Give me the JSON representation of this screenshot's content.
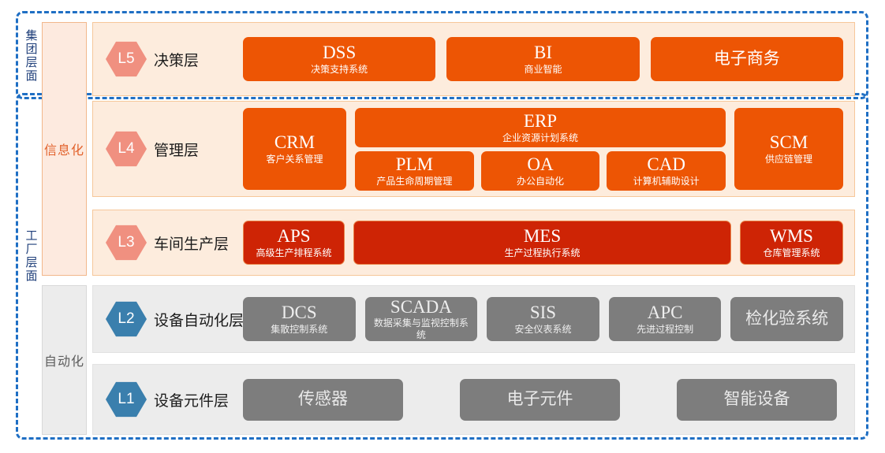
{
  "frames": {
    "group_label": "集团层面",
    "plant_label": "工厂层面"
  },
  "categories": {
    "informatization": "信息化",
    "automation": "自动化"
  },
  "colors": {
    "dash_blue": "#1f6fc4",
    "orange_panel_bg": "#fdecdd",
    "orange_panel_border": "#f6c79a",
    "gray_panel_bg": "#ececec",
    "module_orange": "#ed5504",
    "module_red": "#ce2405",
    "module_gray": "#7d7d7d",
    "hex_salmon": "#f09080",
    "hex_blue": "#3a7fad",
    "cat_info_text": "#e2622c",
    "cat_auto_text": "#5d5d5d",
    "side_caption_text": "#1f3f7a"
  },
  "layers": [
    {
      "id": "l5",
      "badge": "L5",
      "name": "决策层",
      "modules": [
        {
          "abbr": "DSS",
          "sub": "决策支持系统",
          "cn": ""
        },
        {
          "abbr": "BI",
          "sub": "商业智能",
          "cn": ""
        },
        {
          "abbr": "",
          "sub": "",
          "cn": "电子商务"
        }
      ]
    },
    {
      "id": "l4",
      "badge": "L4",
      "name": "管理层",
      "modules": [
        {
          "abbr": "CRM",
          "sub": "客户关系管理",
          "cn": ""
        },
        {
          "abbr": "ERP",
          "sub": "企业资源计划系统",
          "cn": ""
        },
        {
          "abbr": "PLM",
          "sub": "产品生命周期管理",
          "cn": ""
        },
        {
          "abbr": "OA",
          "sub": "办公自动化",
          "cn": ""
        },
        {
          "abbr": "CAD",
          "sub": "计算机辅助设计",
          "cn": ""
        },
        {
          "abbr": "SCM",
          "sub": "供应链管理",
          "cn": ""
        }
      ]
    },
    {
      "id": "l3",
      "badge": "L3",
      "name": "车间生产层",
      "modules": [
        {
          "abbr": "APS",
          "sub": "高级生产排程系统",
          "cn": ""
        },
        {
          "abbr": "MES",
          "sub": "生产过程执行系统",
          "cn": ""
        },
        {
          "abbr": "WMS",
          "sub": "仓库管理系统",
          "cn": ""
        }
      ]
    },
    {
      "id": "l2",
      "badge": "L2",
      "name": "设备自动化层",
      "modules": [
        {
          "abbr": "DCS",
          "sub": "集散控制系统",
          "cn": ""
        },
        {
          "abbr": "SCADA",
          "sub": "数据采集与监视控制系统",
          "cn": ""
        },
        {
          "abbr": "SIS",
          "sub": "安全仪表系统",
          "cn": ""
        },
        {
          "abbr": "APC",
          "sub": "先进过程控制",
          "cn": ""
        },
        {
          "abbr": "",
          "sub": "",
          "cn": "检化验系统"
        }
      ]
    },
    {
      "id": "l1",
      "badge": "L1",
      "name": "设备元件层",
      "modules": [
        {
          "abbr": "",
          "sub": "",
          "cn": "传感器"
        },
        {
          "abbr": "",
          "sub": "",
          "cn": "电子元件"
        },
        {
          "abbr": "",
          "sub": "",
          "cn": "智能设备"
        }
      ]
    }
  ]
}
